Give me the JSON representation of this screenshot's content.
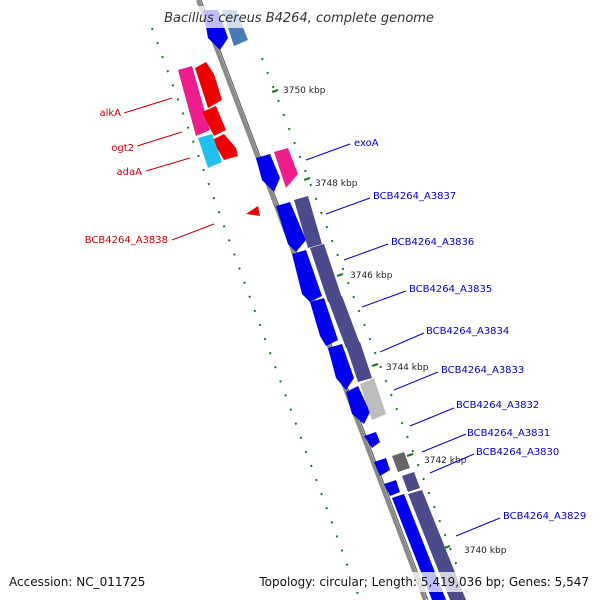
{
  "title": "Bacillus cereus B4264, complete genome",
  "footer": {
    "accession": "Accession: NC_011725",
    "summary": "Topology: circular; Length: 5,419,036 bp; Genes: 5,547"
  },
  "colors": {
    "blue": "#0000ee",
    "purple": "#4b4b8c",
    "red": "#ee0000",
    "pink": "#ee1d8c",
    "cyan": "#22c0ee",
    "gray": "#bdbdbd",
    "darkgray": "#666666",
    "steel": "#4a7ab5",
    "tick": "#1a7a1a",
    "backbone": "#8a8a8a",
    "label_blue": "#0000cc",
    "label_red": "#cc0000"
  },
  "ticks": [
    {
      "label": "3750 kbp"
    },
    {
      "label": "3748 kbp"
    },
    {
      "label": "3746 kbp"
    },
    {
      "label": "3744 kbp"
    },
    {
      "label": "3742 kbp"
    },
    {
      "label": "3740 kbp"
    }
  ],
  "genes": [
    {
      "name": "alkA",
      "color": "red"
    },
    {
      "name": "ogt2",
      "color": "red"
    },
    {
      "name": "adaA",
      "color": "red"
    },
    {
      "name": "BCB4264_A3838",
      "color": "red"
    },
    {
      "name": "exoA",
      "color": "blue"
    },
    {
      "name": "BCB4264_A3837",
      "color": "blue"
    },
    {
      "name": "BCB4264_A3836",
      "color": "blue"
    },
    {
      "name": "BCB4264_A3835",
      "color": "blue"
    },
    {
      "name": "BCB4264_A3834",
      "color": "blue"
    },
    {
      "name": "BCB4264_A3833",
      "color": "blue"
    },
    {
      "name": "BCB4264_A3832",
      "color": "blue"
    },
    {
      "name": "BCB4264_A3831",
      "color": "blue"
    },
    {
      "name": "BCB4264_A3830",
      "color": "blue"
    },
    {
      "name": "BCB4264_A3829",
      "color": "blue"
    }
  ]
}
